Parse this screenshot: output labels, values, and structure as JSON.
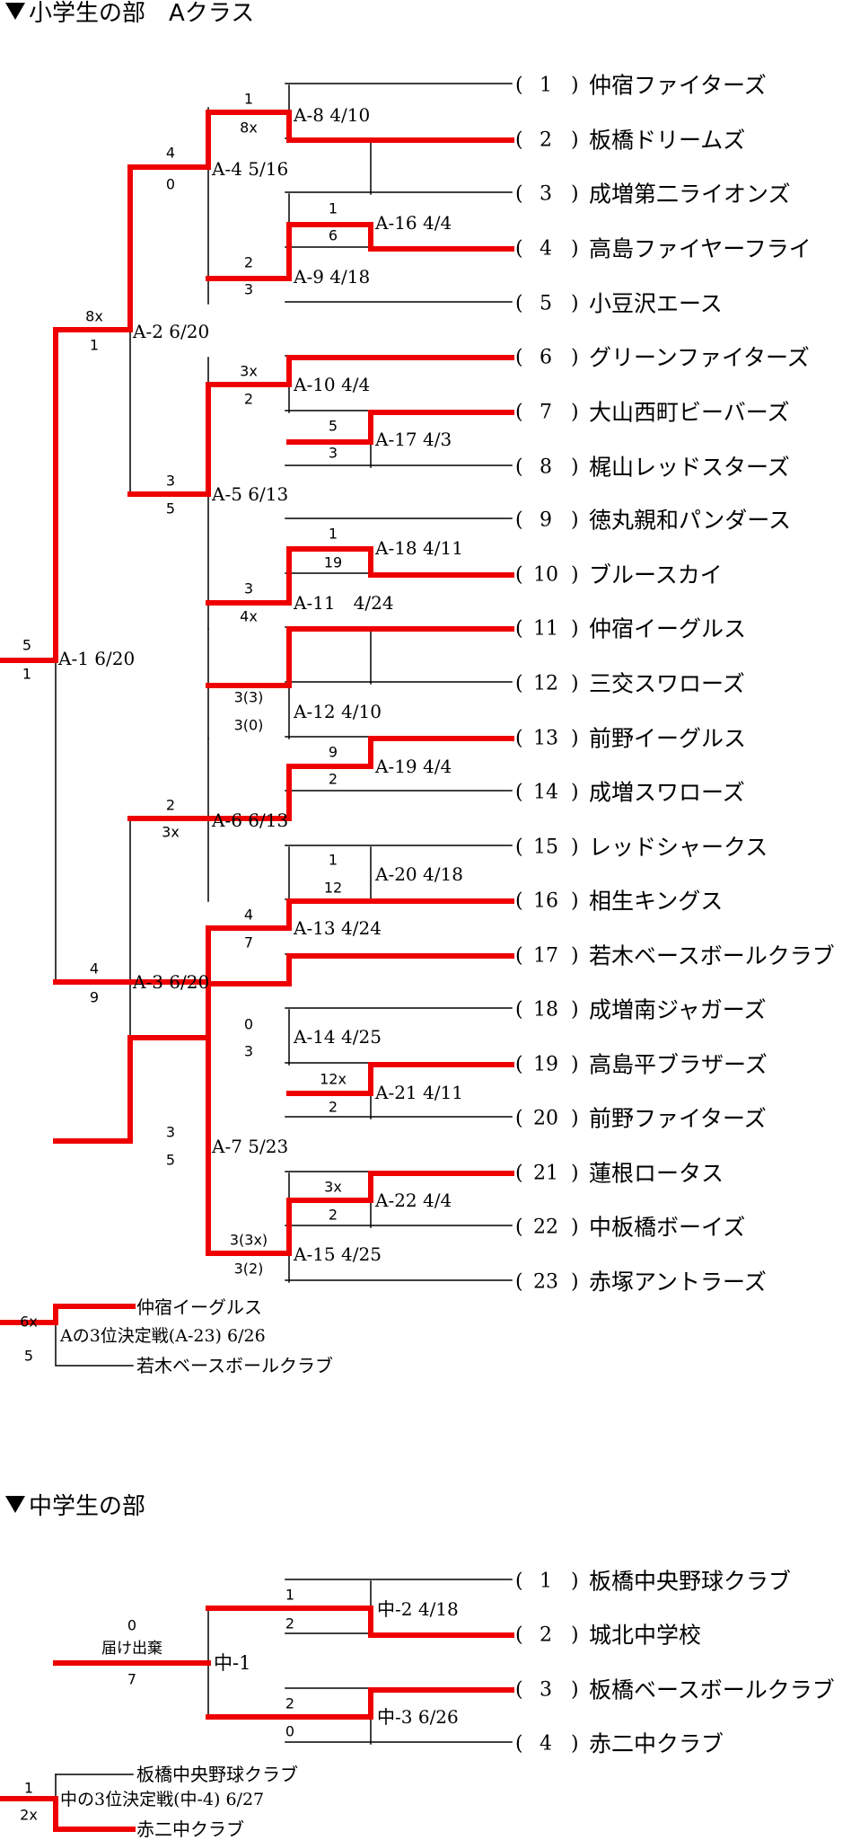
{
  "elementary": {
    "title": "小学生の部　Aクラス",
    "teams": [
      {
        "num": "1",
        "name": "仲宿ファイターズ"
      },
      {
        "num": "2",
        "name": "板橋ドリームズ"
      },
      {
        "num": "3",
        "name": "成増第二ライオンズ"
      },
      {
        "num": "4",
        "name": "高島ファイヤーフライ"
      },
      {
        "num": "5",
        "name": "小豆沢エース"
      },
      {
        "num": "6",
        "name": "グリーンファイターズ"
      },
      {
        "num": "7",
        "name": "大山西町ビーバーズ"
      },
      {
        "num": "8",
        "name": "梶山レッドスターズ"
      },
      {
        "num": "9",
        "name": "徳丸親和パンダース"
      },
      {
        "num": "10",
        "name": "ブルースカイ"
      },
      {
        "num": "11",
        "name": "仲宿イーグルス"
      },
      {
        "num": "12",
        "name": "三交スワローズ"
      },
      {
        "num": "13",
        "name": "前野イーグルス"
      },
      {
        "num": "14",
        "name": "成増スワローズ"
      },
      {
        "num": "15",
        "name": "レッドシャークス"
      },
      {
        "num": "16",
        "name": "相生キングス"
      },
      {
        "num": "17",
        "name": "若木ベースボールクラブ"
      },
      {
        "num": "18",
        "name": "成増南ジャガーズ"
      },
      {
        "num": "19",
        "name": "高島平ブラザーズ"
      },
      {
        "num": "20",
        "name": "前野ファイターズ"
      },
      {
        "num": "21",
        "name": "蓮根ロータス"
      },
      {
        "num": "22",
        "name": "中板橋ボーイズ"
      },
      {
        "num": "23",
        "name": "赤塚アントラーズ"
      }
    ],
    "games": [
      {
        "label": "A-8 4/10",
        "top": "1",
        "bottom": "8x"
      },
      {
        "label": "A-16 4/4",
        "top": "1",
        "bottom": "6"
      },
      {
        "label": "A-9 4/18",
        "top": "2",
        "bottom": "3"
      },
      {
        "label": "A-4 5/16",
        "top": "4",
        "bottom": "0"
      },
      {
        "label": "A-17 4/3",
        "top": "5",
        "bottom": "3"
      },
      {
        "label": "A-10 4/4",
        "top": "3x",
        "bottom": "2"
      },
      {
        "label": "A-18 4/11",
        "top": "1",
        "bottom": "19"
      },
      {
        "label": "A-11　4/24",
        "top": "3",
        "bottom": "4x"
      },
      {
        "label": "A-5 6/13",
        "top": "3",
        "bottom": "5"
      },
      {
        "label": "A-2 6/20",
        "top": "8x",
        "bottom": "1"
      },
      {
        "label": "A-19 4/4",
        "top": "9",
        "bottom": "2"
      },
      {
        "label": "A-12 4/10",
        "top": "3(3)",
        "bottom": "3(0)"
      },
      {
        "label": "A-20 4/18",
        "top": "1",
        "bottom": "12"
      },
      {
        "label": "A-13 4/24",
        "top": "4",
        "bottom": "7"
      },
      {
        "label": "A-6 6/13",
        "top": "2",
        "bottom": "3x"
      },
      {
        "label": "A-21 4/11",
        "top": "12x",
        "bottom": "2"
      },
      {
        "label": "A-14 4/25",
        "top": "0",
        "bottom": "3"
      },
      {
        "label": "A-22 4/4",
        "top": "3x",
        "bottom": "2"
      },
      {
        "label": "A-15 4/25",
        "top": "3(3x)",
        "bottom": "3(2)"
      },
      {
        "label": "A-7 5/23",
        "top": "3",
        "bottom": "5"
      },
      {
        "label": "A-3 6/20",
        "top": "4",
        "bottom": "9"
      },
      {
        "label": "A-1 6/20",
        "top": "5",
        "bottom": "1"
      }
    ],
    "third_place": {
      "label": "Aの3位決定戦(A-23) 6/26",
      "team_top": "仲宿イーグルス",
      "team_bottom": "若木ベースボールクラブ",
      "score_top": "6x",
      "score_bottom": "5"
    }
  },
  "junior": {
    "title": "中学生の部",
    "teams": [
      {
        "num": "1",
        "name": "板橋中央野球クラブ"
      },
      {
        "num": "2",
        "name": "城北中学校"
      },
      {
        "num": "3",
        "name": "板橋ベースボールクラブ"
      },
      {
        "num": "4",
        "name": "赤二中クラブ"
      }
    ],
    "games": [
      {
        "label": "中-2 4/18",
        "top": "1",
        "bottom": "2"
      },
      {
        "label": "中-3 6/26",
        "top": "2",
        "bottom": "0"
      },
      {
        "label": "中-1",
        "top": "0",
        "bottom": "7",
        "note": "届け出棄"
      }
    ],
    "third_place": {
      "label": "中の3位決定戦(中-4) 6/27",
      "team_top": "板橋中央野球クラブ",
      "team_bottom": "赤二中クラブ",
      "score_top": "1",
      "score_bottom": "2x"
    }
  },
  "colors": {
    "winner": "#ee0000",
    "line": "#000000"
  }
}
